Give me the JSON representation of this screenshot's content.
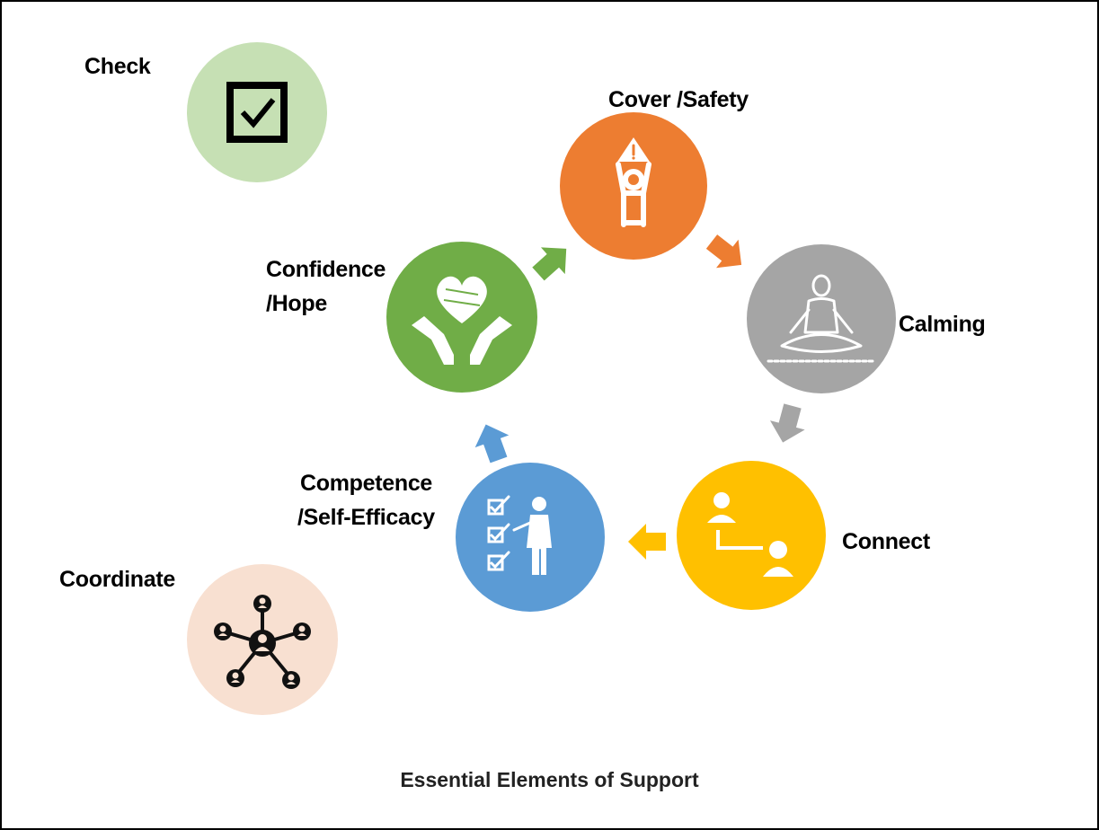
{
  "caption": "Essential Elements of Support",
  "labels": {
    "check": "Check",
    "cover_safety": "Cover /Safety",
    "confidence_line1": "Confidence",
    "confidence_line2": "/Hope",
    "calming": "Calming",
    "competence_line1": "Competence",
    "competence_line2": "/Self-Efficacy",
    "connect": "Connect",
    "coordinate": "Coordinate"
  },
  "colors": {
    "check": "#c6e0b4",
    "cover_safety": "#ed7d31",
    "calming": "#a5a5a5",
    "connect": "#ffc000",
    "competence": "#5b9bd5",
    "confidence": "#70ad47",
    "coordinate": "#f8e0d1"
  },
  "icons": {
    "check": "checkbox-icon",
    "cover_safety": "safety-person-icon",
    "calming": "meditation-icon",
    "connect": "connect-people-icon",
    "competence": "checklist-presenter-icon",
    "confidence": "heart-in-hands-icon",
    "coordinate": "network-people-icon"
  }
}
